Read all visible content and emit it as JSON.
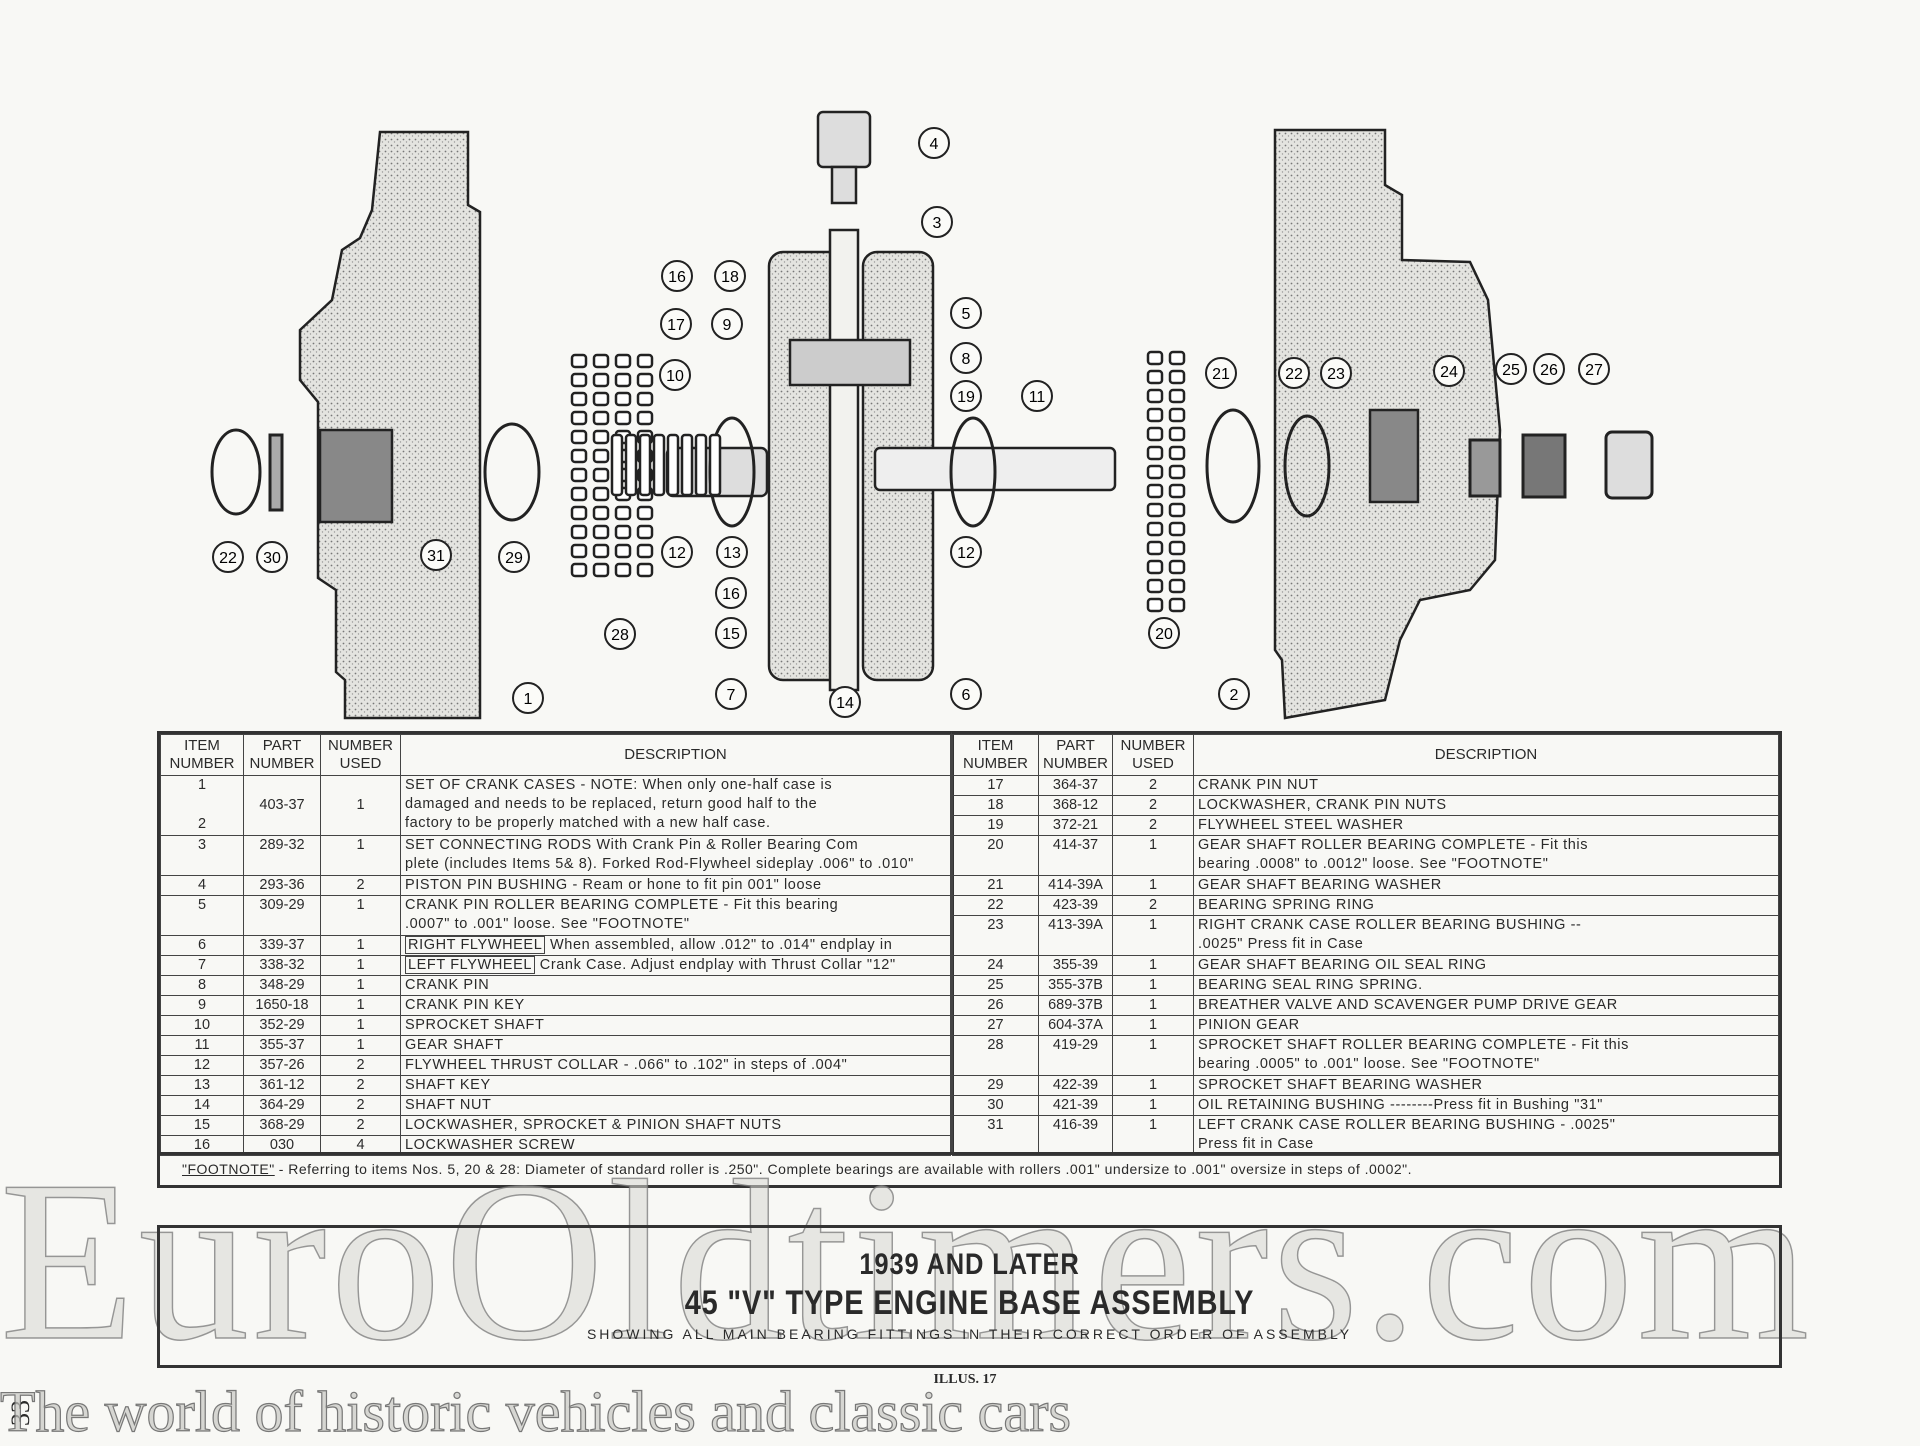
{
  "diagram": {
    "callouts": [
      "4",
      "3",
      "16",
      "18",
      "5",
      "17",
      "9",
      "8",
      "10",
      "19",
      "11",
      "21",
      "22",
      "23",
      "24",
      "25",
      "26",
      "27",
      "22",
      "30",
      "31",
      "29",
      "12",
      "13",
      "12",
      "16",
      "15",
      "28",
      "20",
      "7",
      "14",
      "6",
      "1",
      "2"
    ]
  },
  "table": {
    "headers": {
      "item": [
        "ITEM",
        "NUMBER"
      ],
      "part": [
        "PART",
        "NUMBER"
      ],
      "used": [
        "NUMBER",
        "USED"
      ],
      "desc": "DESCRIPTION"
    },
    "left_rows": [
      {
        "item": "1",
        "item2": "2",
        "part": "403-37",
        "used": "1",
        "desc": [
          "SET OF CRANK CASES - NOTE: When only one-half case is",
          "damaged and needs to be replaced, return good half to the",
          "factory to be properly matched with a new half case."
        ]
      },
      {
        "item": "3",
        "part": "289-32",
        "used": "1",
        "desc": [
          "SET CONNECTING RODS With Crank Pin & Roller Bearing Com",
          "plete (includes Items 5& 8). Forked Rod-Flywheel sideplay .006\" to .010\""
        ]
      },
      {
        "item": "4",
        "part": "293-36",
        "used": "2",
        "desc": [
          "PISTON PIN BUSHING - Ream or hone to fit pin 001\" loose"
        ]
      },
      {
        "item": "5",
        "part": "309-29",
        "used": "1",
        "desc": [
          "CRANK PIN ROLLER BEARING COMPLETE - Fit this bearing",
          ".0007\" to .001\" loose. See \"FOOTNOTE\""
        ]
      },
      {
        "item": "6",
        "part": "339-37",
        "used": "1",
        "label": "RIGHT FLYWHEEL",
        "note": "When assembled, allow .012\" to .014\" endplay in"
      },
      {
        "item": "7",
        "part": "338-32",
        "used": "1",
        "label": "LEFT FLYWHEEL",
        "note": "Crank Case. Adjust endplay with Thrust Collar \"12\""
      },
      {
        "item": "8",
        "part": "348-29",
        "used": "1",
        "desc": [
          "CRANK PIN"
        ]
      },
      {
        "item": "9",
        "part": "1650-18",
        "used": "1",
        "desc": [
          "CRANK PIN KEY"
        ]
      },
      {
        "item": "10",
        "part": "352-29",
        "used": "1",
        "desc": [
          "SPROCKET SHAFT"
        ]
      },
      {
        "item": "11",
        "part": "355-37",
        "used": "1",
        "desc": [
          "GEAR SHAFT"
        ]
      },
      {
        "item": "12",
        "part": "357-26",
        "used": "2",
        "desc": [
          "FLYWHEEL THRUST COLLAR - .066\" to .102\" in steps of .004\""
        ]
      },
      {
        "item": "13",
        "part": "361-12",
        "used": "2",
        "desc": [
          "SHAFT KEY"
        ]
      },
      {
        "item": "14",
        "part": "364-29",
        "used": "2",
        "desc": [
          "SHAFT NUT"
        ]
      },
      {
        "item": "15",
        "part": "368-29",
        "used": "2",
        "desc": [
          "LOCKWASHER, SPROCKET & PINION SHAFT NUTS"
        ]
      },
      {
        "item": "16",
        "part": "030",
        "used": "4",
        "desc": [
          "LOCKWASHER SCREW"
        ]
      }
    ],
    "right_rows": [
      {
        "item": "17",
        "part": "364-37",
        "used": "2",
        "desc": [
          "CRANK PIN NUT"
        ]
      },
      {
        "item": "18",
        "part": "368-12",
        "used": "2",
        "desc": [
          "LOCKWASHER, CRANK PIN NUTS"
        ]
      },
      {
        "item": "19",
        "part": "372-21",
        "used": "2",
        "desc": [
          "FLYWHEEL STEEL WASHER"
        ]
      },
      {
        "item": "20",
        "part": "414-37",
        "used": "1",
        "desc": [
          "GEAR SHAFT ROLLER BEARING COMPLETE - Fit this",
          "bearing .0008\" to .0012\" loose. See \"FOOTNOTE\""
        ]
      },
      {
        "item": "21",
        "part": "414-39A",
        "used": "1",
        "desc": [
          "GEAR SHAFT BEARING WASHER"
        ]
      },
      {
        "item": "22",
        "part": "423-39",
        "used": "2",
        "desc": [
          "BEARING SPRING RING"
        ]
      },
      {
        "item": "23",
        "part": "413-39A",
        "used": "1",
        "desc": [
          "RIGHT CRANK CASE ROLLER BEARING BUSHING --",
          ".0025\" Press fit in Case"
        ]
      },
      {
        "item": "24",
        "part": "355-39",
        "used": "1",
        "desc": [
          "GEAR SHAFT BEARING OIL SEAL RING"
        ]
      },
      {
        "item": "25",
        "part": "355-37B",
        "used": "1",
        "desc": [
          "BEARING SEAL RING SPRING."
        ]
      },
      {
        "item": "26",
        "part": "689-37B",
        "used": "1",
        "desc": [
          "BREATHER VALVE AND SCAVENGER PUMP DRIVE GEAR"
        ]
      },
      {
        "item": "27",
        "part": "604-37A",
        "used": "1",
        "desc": [
          "PINION GEAR"
        ]
      },
      {
        "item": "28",
        "part": "419-29",
        "used": "1",
        "desc": [
          "SPROCKET SHAFT ROLLER BEARING COMPLETE - Fit this",
          "bearing .0005\" to .001\" loose. See \"FOOTNOTE\""
        ]
      },
      {
        "item": "29",
        "part": "422-39",
        "used": "1",
        "desc": [
          "SPROCKET SHAFT BEARING WASHER"
        ]
      },
      {
        "item": "30",
        "part": "421-39",
        "used": "1",
        "desc": [
          "OIL RETAINING BUSHING --------Press fit in Bushing \"31\""
        ]
      },
      {
        "item": "31",
        "part": "416-39",
        "used": "1",
        "desc": [
          "LEFT CRANK CASE ROLLER BEARING BUSHING - .0025\"",
          "Press fit in Case"
        ]
      }
    ],
    "footnote_label": "\"FOOTNOTE\"",
    "footnote_text": "- Referring to items Nos. 5, 20 & 28: Diameter of standard roller is .250\". Complete bearings are available with rollers .001\" undersize to .001\" oversize in steps of .0002\"."
  },
  "title": {
    "line1": "1939 AND LATER",
    "line2": "45 \"V\" TYPE ENGINE BASE ASSEMBLY",
    "subtitle": "SHOWING ALL MAIN BEARING FITTINGS IN THEIR CORRECT ORDER OF ASSEMBLY"
  },
  "illus": "ILLUS. 17",
  "page_number": "33",
  "watermark": {
    "brand": "EuroOldtimers.com",
    "tagline": "The world of historic vehicles and classic cars"
  }
}
